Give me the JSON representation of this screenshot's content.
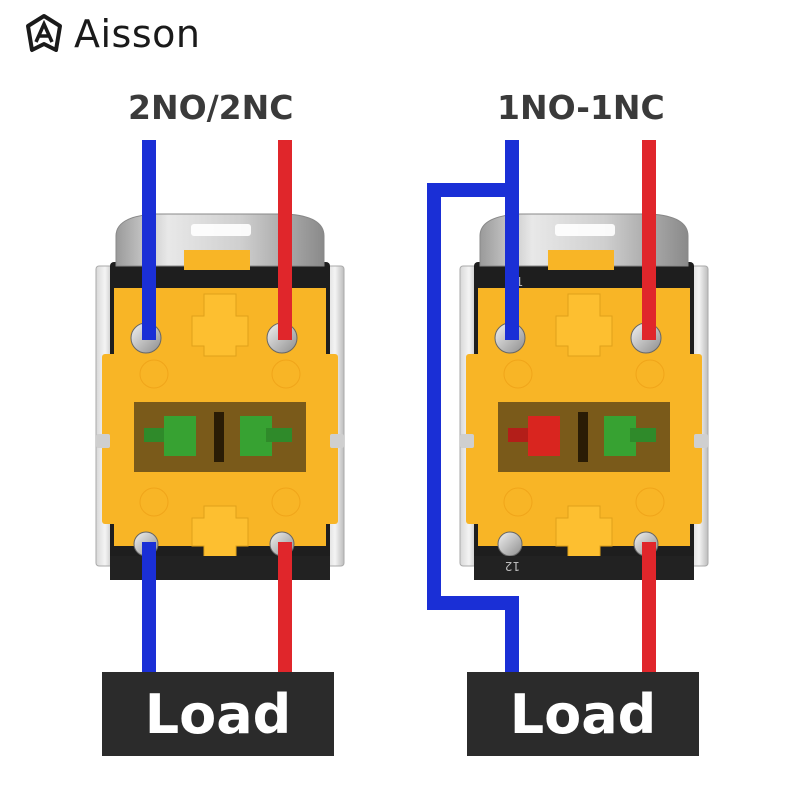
{
  "brand": {
    "name": "Aisson",
    "logo_icon": "aisson-logo-icon"
  },
  "diagrams": [
    {
      "title": "2NO/2NC",
      "load_label": "Load",
      "terminal_top": "",
      "terminal_bottom": ""
    },
    {
      "title": "1NO-1NC",
      "load_label": "Load",
      "terminal_top": "11",
      "terminal_bottom": "12"
    }
  ],
  "colors": {
    "wire_blue": "#1a2fd6",
    "wire_red": "#e0262b",
    "housing_orange": "#f8b526",
    "contact_green": "#2f8a2a",
    "contact_red": "#d9251f",
    "load_box": "#2b2b2b"
  }
}
